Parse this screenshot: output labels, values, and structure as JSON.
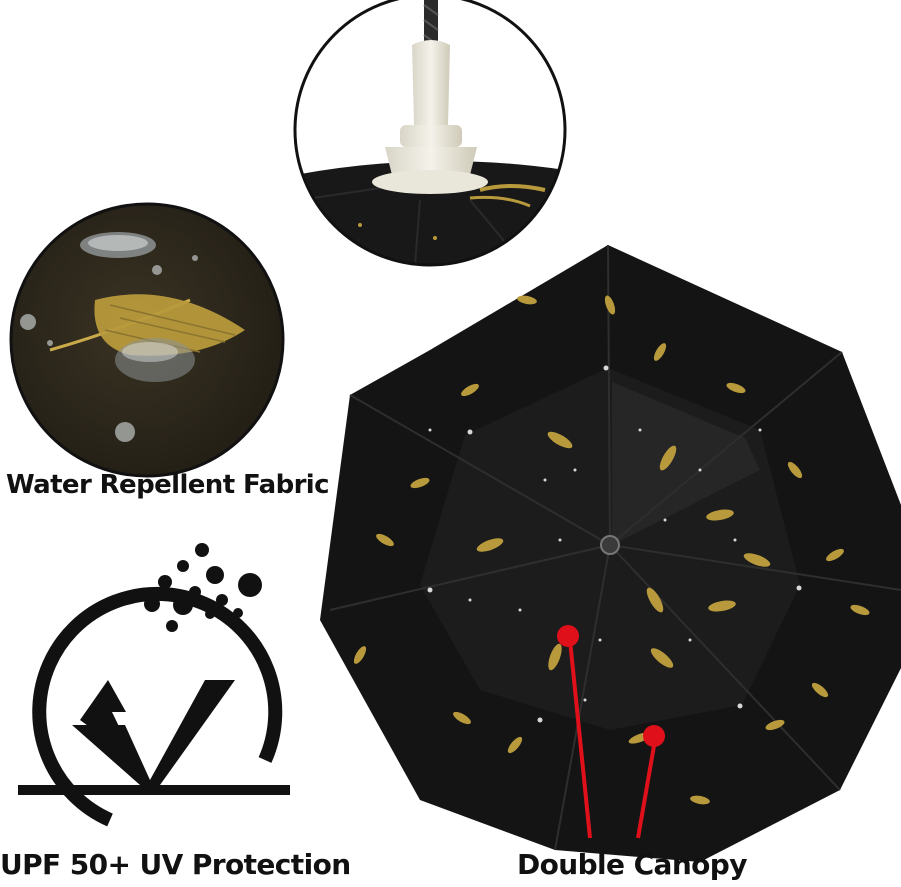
{
  "captions": {
    "water_repellent": "Water Repellent Fabric",
    "uv_protection": "UPF 50+ UV Protection",
    "double_canopy": "Double Canopy"
  },
  "colors": {
    "canopy_black": "#141414",
    "inner_canopy": "#1c1c1c",
    "feather_gold": "#b89a3c",
    "marker_red": "#e0101a",
    "caption_text": "#111111"
  },
  "icons": {
    "uv": "sun-shield-check-icon",
    "marker": "red-dot-marker"
  }
}
